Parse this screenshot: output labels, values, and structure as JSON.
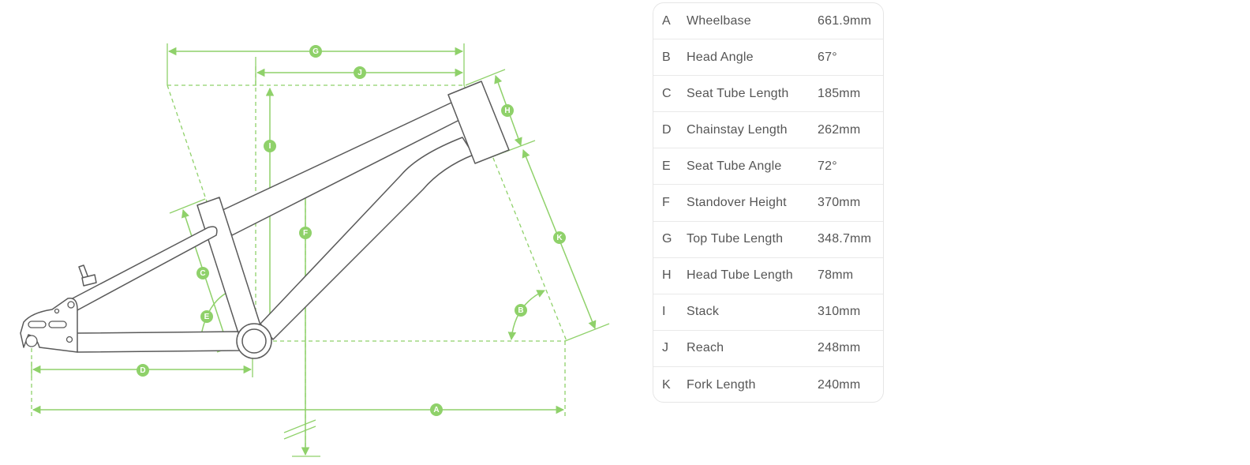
{
  "colors": {
    "accent": "#8fd16a",
    "frame": "#555555",
    "text": "#555555"
  },
  "geometry": [
    {
      "code": "A",
      "name": "Wheelbase",
      "value": "661.9mm"
    },
    {
      "code": "B",
      "name": "Head Angle",
      "value": "67°"
    },
    {
      "code": "C",
      "name": "Seat Tube Length",
      "value": "185mm"
    },
    {
      "code": "D",
      "name": "Chainstay Length",
      "value": "262mm"
    },
    {
      "code": "E",
      "name": "Seat Tube Angle",
      "value": "72°"
    },
    {
      "code": "F",
      "name": "Standover Height",
      "value": "370mm"
    },
    {
      "code": "G",
      "name": "Top Tube Length",
      "value": "348.7mm"
    },
    {
      "code": "H",
      "name": "Head Tube Length",
      "value": "78mm"
    },
    {
      "code": "I",
      "name": "Stack",
      "value": "310mm"
    },
    {
      "code": "J",
      "name": "Reach",
      "value": "248mm"
    },
    {
      "code": "K",
      "name": "Fork Length",
      "value": "240mm"
    }
  ]
}
